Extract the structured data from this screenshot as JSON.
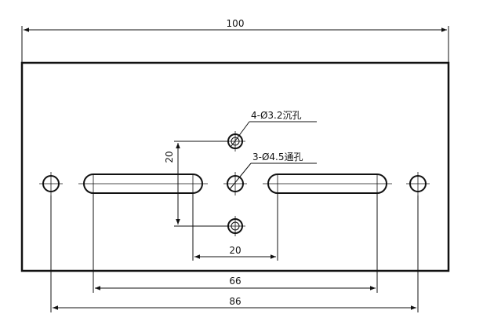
{
  "drawing": {
    "dimensions": {
      "overall_width": "100",
      "vertical_spacing": "20",
      "horizontal_spacing": "20",
      "slot_span": "66",
      "hole_span": "86"
    },
    "callouts": {
      "counterbore_holes": "4-Ø3.2沉孔",
      "through_holes": "3-Ø4.5通孔"
    },
    "colors": {
      "line": "#111111",
      "background": "#ffffff"
    }
  }
}
